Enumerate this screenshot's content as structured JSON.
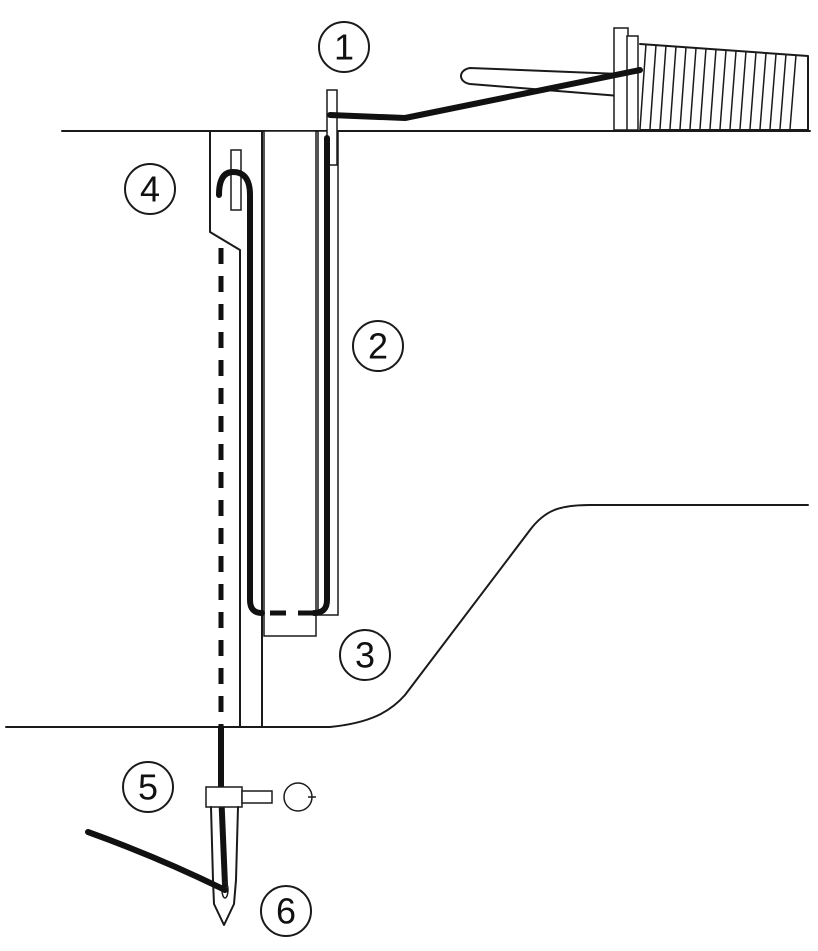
{
  "steps": [
    {
      "label": "1"
    },
    {
      "label": "2"
    },
    {
      "label": "3"
    },
    {
      "label": "4"
    },
    {
      "label": "5"
    },
    {
      "label": "6"
    }
  ],
  "colors": {
    "line": "#1a1a1a",
    "thread": "#111111",
    "background": "#ffffff"
  }
}
